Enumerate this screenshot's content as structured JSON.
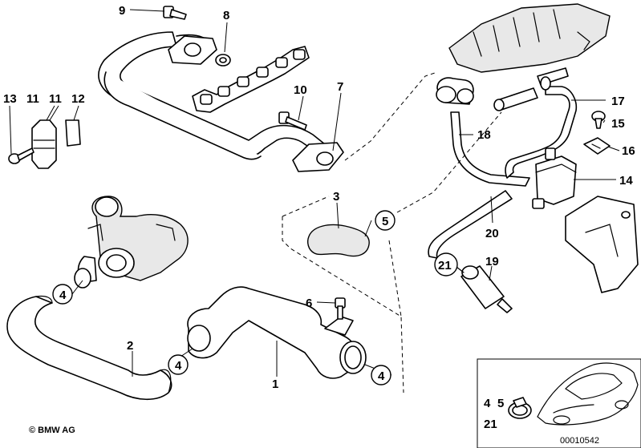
{
  "callouts": {
    "c1": "1",
    "c2": "2",
    "c3": "3",
    "c4a": "4",
    "c4b": "4",
    "c4c": "4",
    "c5": "5",
    "c6": "6",
    "c7": "7",
    "c8": "8",
    "c9": "9",
    "c10": "10",
    "c11a": "11",
    "c11b": "11",
    "c12": "12",
    "c13": "13",
    "c14": "14",
    "c15": "15",
    "c16": "16",
    "c17": "17",
    "c18": "18",
    "c19": "19",
    "c20": "20",
    "c21": "21"
  },
  "inset": {
    "label_4": "4",
    "label_5": "5",
    "label_21": "21"
  },
  "copyright": "© BMW AG",
  "reference_number": "00010542"
}
